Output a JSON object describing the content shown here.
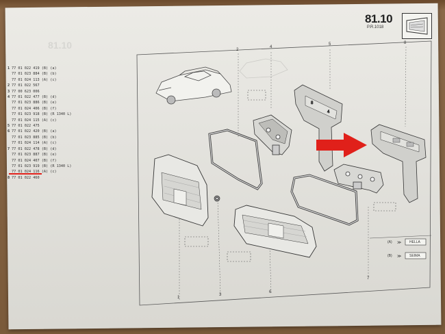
{
  "header": {
    "page_number": "81.10",
    "page_sub": "P.R.1018"
  },
  "parts_list": [
    {
      "n": "1",
      "code": "77 01 022 419",
      "note": "(B) (a)"
    },
    {
      "n": "",
      "code": "77 01 023 884",
      "note": "(B) (b)"
    },
    {
      "n": "",
      "code": "77 01 024 113",
      "note": "(A) (c)"
    },
    {
      "n": "2",
      "code": "77 01 022 567",
      "note": ""
    },
    {
      "n": "3",
      "code": "77 00 623 006",
      "note": ""
    },
    {
      "n": "4",
      "code": "77 01 022 477",
      "note": "(B) (d)"
    },
    {
      "n": "",
      "code": "77 01 023 886",
      "note": "(B) (e)"
    },
    {
      "n": "",
      "code": "77 01 024 406",
      "note": "(B) (f)"
    },
    {
      "n": "",
      "code": "77 01 023 918",
      "note": "(B) (R 1340 L)"
    },
    {
      "n": "",
      "code": "77 01 024 115",
      "note": "(A) (c)"
    },
    {
      "n": "5",
      "code": "77 01 022 475",
      "note": ""
    },
    {
      "n": "6",
      "code": "77 01 022 420",
      "note": "(B) (a)"
    },
    {
      "n": "",
      "code": "77 01 023 885",
      "note": "(B) (b)"
    },
    {
      "n": "",
      "code": "77 01 024 114",
      "note": "(A) (c)"
    },
    {
      "n": "7",
      "code": "77 01 022 478",
      "note": "(B) (d)"
    },
    {
      "n": "",
      "code": "77 01 023 887",
      "note": "(B) (e)"
    },
    {
      "n": "",
      "code": "77 01 024 407",
      "note": "(B) (f)"
    },
    {
      "n": "",
      "code": "77 01 023 919",
      "note": "(B) (R 1340 L)"
    },
    {
      "n": "",
      "code": "77 01 024 116",
      "note": "(A) (c)"
    },
    {
      "n": "8",
      "code": "77 01 022 460",
      "note": ""
    }
  ],
  "callouts": {
    "c1": "1",
    "c2": "2",
    "c3": "3",
    "c4": "4",
    "c5": "5",
    "c6": "6",
    "c7": "7",
    "c8": "8"
  },
  "legend": {
    "a_label": "(A)",
    "a_brand": "HELLA",
    "b_label": "(B)",
    "b_brand": "SEIMA"
  },
  "colors": {
    "paper": "#e6e5e0",
    "ink": "#333333",
    "highlight_arrow": "#e0201a"
  }
}
